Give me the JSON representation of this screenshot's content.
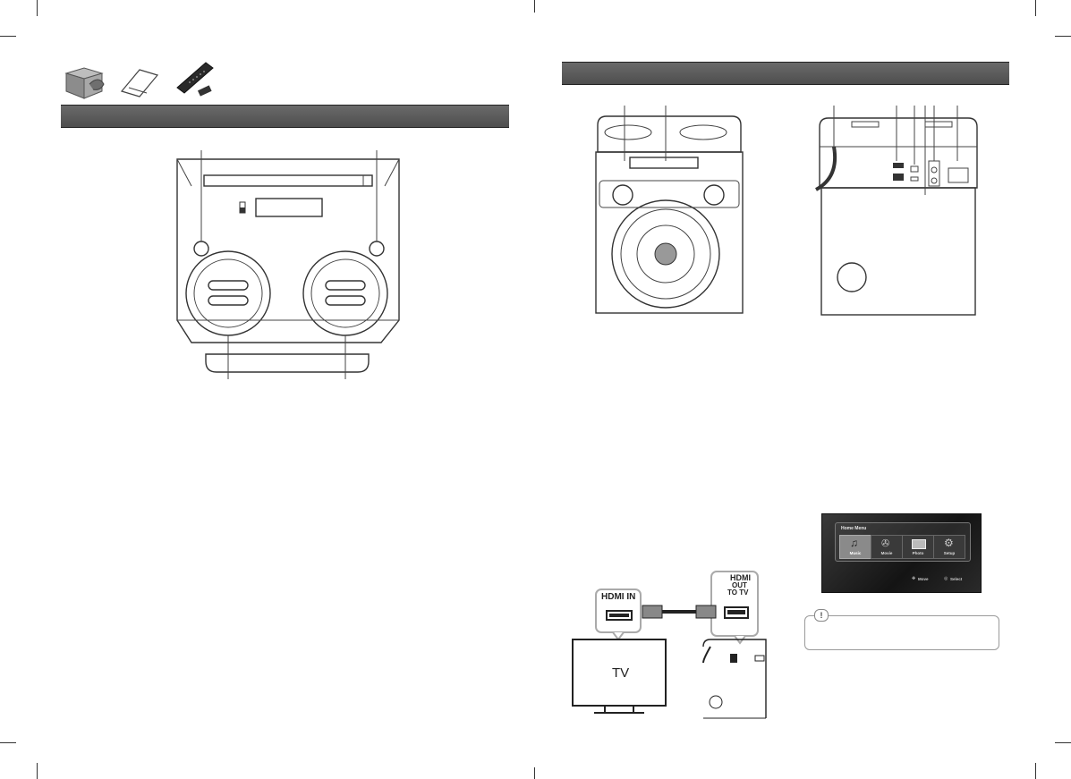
{
  "tv_diagram": {
    "hdmi_in_label": "HDMI IN",
    "hdmi_out_line1": "HDMI",
    "hdmi_out_line2": "OUT",
    "hdmi_out_line3": "TO TV",
    "tv_label": "TV"
  },
  "home_menu": {
    "title": "Home Menu",
    "items": [
      {
        "label": "Music",
        "icon": "music-note-icon"
      },
      {
        "label": "Movie",
        "icon": "film-reel-icon"
      },
      {
        "label": "Photo",
        "icon": "photo-icon"
      },
      {
        "label": "Setup",
        "icon": "gear-icon"
      }
    ],
    "hint_move": "Move",
    "hint_select": "Select"
  },
  "note": {
    "icon": "exclamation-icon"
  },
  "colors": {
    "section_bar": "#555555",
    "menu_bg": "#1e1e1e",
    "menu_selected": "#8a8a8a"
  }
}
